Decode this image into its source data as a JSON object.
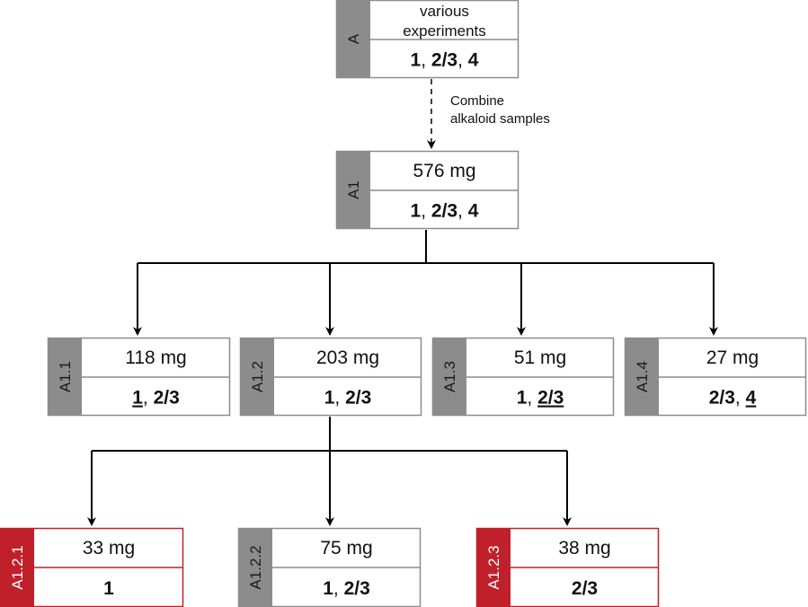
{
  "colors": {
    "gray_tab": "#8c8c8c",
    "red_tab": "#c0202a",
    "gray_border": "#8c8c8c",
    "red_border": "#c0202a",
    "line": "#000000"
  },
  "nodes": [
    {
      "id": "A",
      "label": "A",
      "mass_lines": [
        "various",
        "experiments"
      ],
      "compounds": [
        {
          "text": "1",
          "bold": true,
          "underline": false
        },
        {
          "text": ", ",
          "bold": false,
          "underline": false
        },
        {
          "text": "2/3",
          "bold": true,
          "underline": false
        },
        {
          "text": ", ",
          "bold": false,
          "underline": false
        },
        {
          "text": "4",
          "bold": true,
          "underline": false
        }
      ],
      "style": "gray"
    },
    {
      "id": "A1",
      "label": "A1",
      "mass_lines": [
        "576 mg"
      ],
      "compounds": [
        {
          "text": "1",
          "bold": true,
          "underline": false
        },
        {
          "text": ", ",
          "bold": false,
          "underline": false
        },
        {
          "text": "2/3",
          "bold": true,
          "underline": false
        },
        {
          "text": ", ",
          "bold": false,
          "underline": false
        },
        {
          "text": "4",
          "bold": true,
          "underline": false
        }
      ],
      "style": "gray"
    },
    {
      "id": "A1.1",
      "label": "A1.1",
      "mass_lines": [
        "118 mg"
      ],
      "compounds": [
        {
          "text": "1",
          "bold": true,
          "underline": true
        },
        {
          "text": ", ",
          "bold": false,
          "underline": false
        },
        {
          "text": "2/3",
          "bold": true,
          "underline": false
        }
      ],
      "style": "gray"
    },
    {
      "id": "A1.2",
      "label": "A1.2",
      "mass_lines": [
        "203 mg"
      ],
      "compounds": [
        {
          "text": "1",
          "bold": true,
          "underline": false
        },
        {
          "text": ", ",
          "bold": false,
          "underline": false
        },
        {
          "text": "2/3",
          "bold": true,
          "underline": false
        }
      ],
      "style": "gray"
    },
    {
      "id": "A1.3",
      "label": "A1.3",
      "mass_lines": [
        "51 mg"
      ],
      "compounds": [
        {
          "text": "1",
          "bold": true,
          "underline": false
        },
        {
          "text": ", ",
          "bold": false,
          "underline": false
        },
        {
          "text": "2/3",
          "bold": true,
          "underline": true
        }
      ],
      "style": "gray"
    },
    {
      "id": "A1.4",
      "label": "A1.4",
      "mass_lines": [
        "27 mg"
      ],
      "compounds": [
        {
          "text": "2/3",
          "bold": true,
          "underline": false
        },
        {
          "text": ", ",
          "bold": false,
          "underline": false
        },
        {
          "text": "4",
          "bold": true,
          "underline": true
        }
      ],
      "style": "gray"
    },
    {
      "id": "A1.2.1",
      "label": "A1.2.1",
      "mass_lines": [
        "33 mg"
      ],
      "compounds": [
        {
          "text": "1",
          "bold": true,
          "underline": false
        }
      ],
      "style": "red"
    },
    {
      "id": "A1.2.2",
      "label": "A1.2.2",
      "mass_lines": [
        "75 mg"
      ],
      "compounds": [
        {
          "text": "1",
          "bold": true,
          "underline": false
        },
        {
          "text": ", ",
          "bold": false,
          "underline": false
        },
        {
          "text": "2/3",
          "bold": true,
          "underline": false
        }
      ],
      "style": "gray"
    },
    {
      "id": "A1.2.3",
      "label": "A1.2.3",
      "mass_lines": [
        "38 mg"
      ],
      "compounds": [
        {
          "text": "2/3",
          "bold": true,
          "underline": false
        }
      ],
      "style": "red"
    }
  ],
  "arrow_label": {
    "lines": [
      "Combine",
      "alkaloid samples"
    ]
  }
}
